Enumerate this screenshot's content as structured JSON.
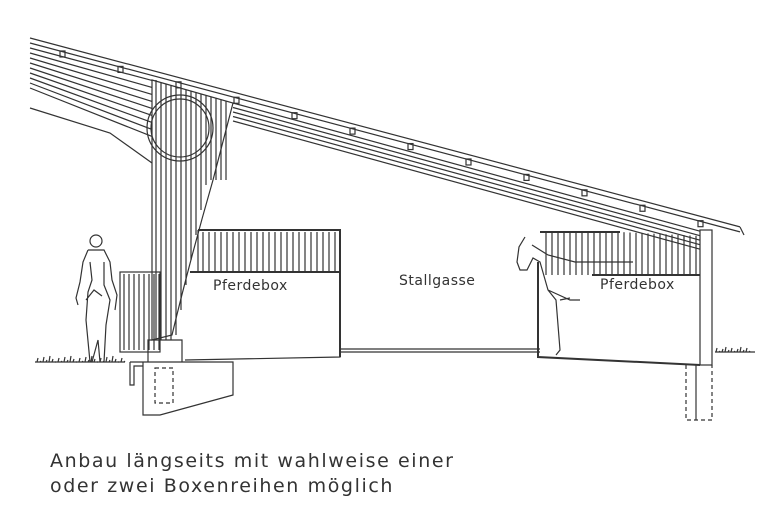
{
  "labels": {
    "box_left": "Pferdebox",
    "aisle": "Stallgasse",
    "box_right": "Pferdebox"
  },
  "caption": {
    "line1": "Anbau längseits mit wahlweise einer",
    "line2": "oder zwei Boxenreihen möglich"
  },
  "colors": {
    "line": "#333333",
    "background": "#ffffff"
  }
}
